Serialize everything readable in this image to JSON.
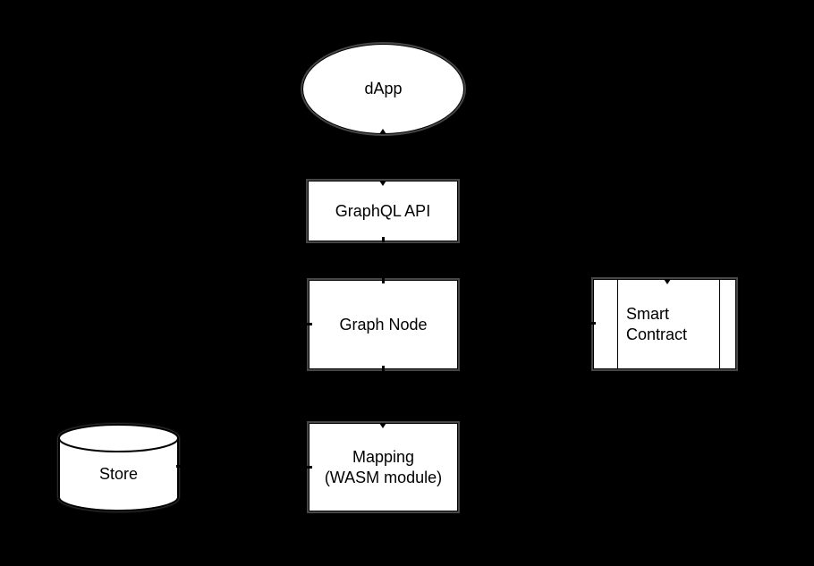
{
  "diagram": {
    "background_color": "#000000",
    "shape_fill_color": "#ffffff",
    "shape_border_color": "#000000",
    "label_color": "#000000",
    "nodes": {
      "dapp": {
        "label": "dApp",
        "shape": "ellipse"
      },
      "graphql_api": {
        "label": "GraphQL API",
        "shape": "rectangle"
      },
      "graph_node": {
        "label": "Graph Node",
        "shape": "rectangle"
      },
      "smart_contract": {
        "label": "Smart\nContract",
        "shape": "uml-component"
      },
      "mapping": {
        "label": "Mapping\n(WASM module)",
        "shape": "rectangle"
      },
      "store": {
        "label": "Store",
        "shape": "cylinder"
      }
    }
  }
}
